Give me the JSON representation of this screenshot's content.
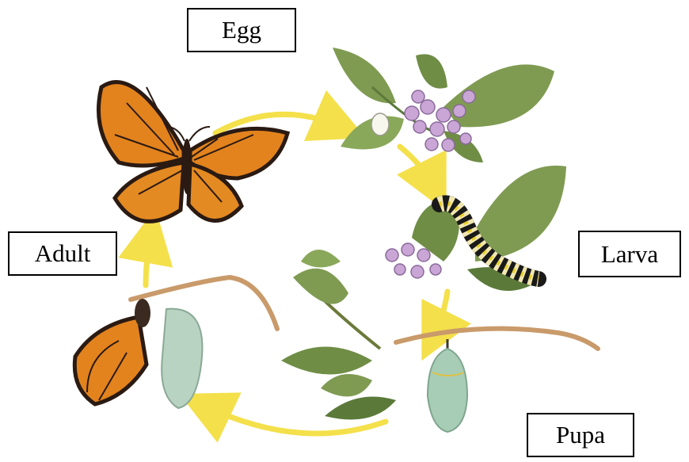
{
  "labels": {
    "egg": "Egg",
    "larva": "Larva",
    "pupa": "Pupa",
    "adult": "Adult"
  },
  "colors": {
    "arrow": "#f4e04a",
    "leaf": "#7f9b52",
    "leaf_dark": "#5b7a3a",
    "flower": "#c9a6d6",
    "wing_orange": "#e3831e",
    "wing_black": "#2a1a12",
    "stem": "#c99a6a",
    "chrysalis": "#a8cdb6"
  },
  "icons": [
    "butterfly-icon",
    "egg-icon",
    "caterpillar-icon",
    "chrysalis-icon",
    "emerging-butterfly-icon",
    "milkweed-icon"
  ]
}
